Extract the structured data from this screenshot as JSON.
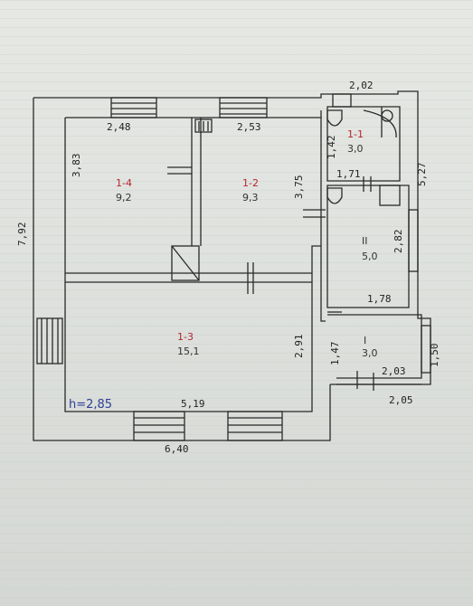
{
  "rooms": [
    {
      "id": "1-4",
      "area": "9,2"
    },
    {
      "id": "1-2",
      "area": "9,3"
    },
    {
      "id": "1-3",
      "area": "15,1"
    },
    {
      "id": "1-1",
      "area": "3,0"
    },
    {
      "id": "II",
      "area": "5,0"
    },
    {
      "id": "I",
      "area": "3,0"
    }
  ],
  "dimensions": {
    "top_left_window": "2,48",
    "top_mid_window": "2,53",
    "top_right": "2,02",
    "left_total": "7,92",
    "room14_height": "3,83",
    "room12_height": "3,75",
    "right_total": "5,27",
    "room11_inner": "1,71",
    "room11_left": "1,42",
    "room2_height": "2,82",
    "room2_width": "1,78",
    "room13_height": "2,91",
    "room1_height": "1,47",
    "room1_right": "1,50",
    "room1_inner": "2,03",
    "room1_outer": "2,05",
    "bottom_inner": "5,19",
    "bottom_total": "6,40"
  },
  "ceiling_height": "h=2,85"
}
